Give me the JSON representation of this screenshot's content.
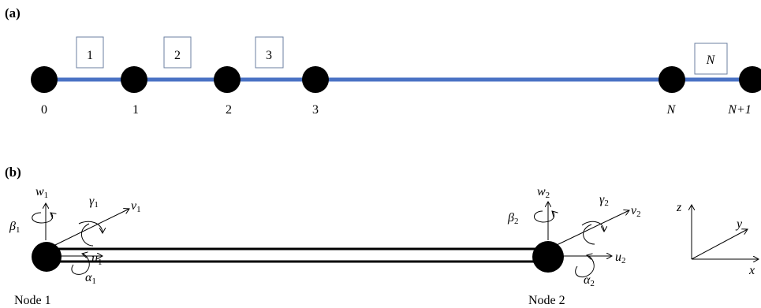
{
  "panel_a": {
    "label": "(a)",
    "element_numbers": [
      "1",
      "2",
      "3",
      "N"
    ],
    "node_numbers": [
      "0",
      "1",
      "2",
      "3",
      "N",
      "N+1"
    ],
    "beam_color": "#4a72c4"
  },
  "panel_b": {
    "label": "(b)",
    "node1": {
      "label": "Node 1",
      "w": "w",
      "w_sub": "1",
      "v": "v",
      "v_sub": "1",
      "u": "u",
      "u_sub": "1",
      "gamma": "γ",
      "gamma_sub": "1",
      "beta": "β",
      "beta_sub": "1",
      "alpha": "α",
      "alpha_sub": "1"
    },
    "node2": {
      "label": "Node 2",
      "w": "w",
      "w_sub": "2",
      "v": "v",
      "v_sub": "2",
      "u": "u",
      "u_sub": "2",
      "gamma": "γ",
      "gamma_sub": "2",
      "beta": "β",
      "beta_sub": "2",
      "alpha": "α",
      "alpha_sub": "2"
    },
    "axes": {
      "z": "z",
      "y": "y",
      "x": "x"
    }
  }
}
